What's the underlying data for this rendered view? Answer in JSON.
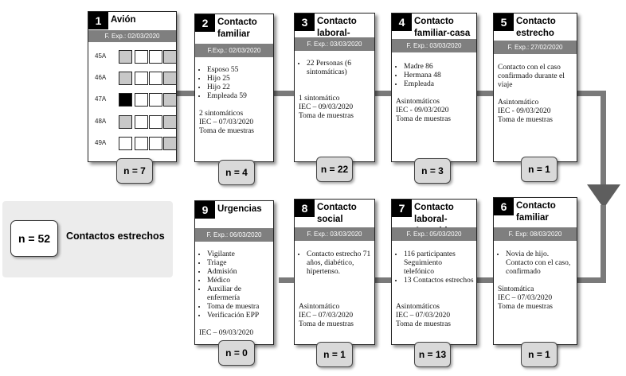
{
  "nodes": [
    {
      "id": "1",
      "number": "1",
      "title": "Avión",
      "date": "F. Exp.: 02/03/2020",
      "count": "n = 7"
    },
    {
      "id": "2",
      "number": "2",
      "title": "Contacto familiar",
      "date": "F.Exp.: 02/03/2020",
      "list": [
        "Esposo 55",
        "Hijo 25",
        "Hijo 22",
        "Empleada 59"
      ],
      "notes": [
        "2 sintomáticos",
        "IEC – 07/03/2020",
        "Toma de muestras"
      ],
      "count": "n = 4"
    },
    {
      "id": "3",
      "number": "3",
      "title": "Contacto laboral-empresa",
      "date": "F. Exp.: 03/03/2020",
      "list": [
        "22 Personas (6 sintomáticas)"
      ],
      "notes": [
        "1 sintomático",
        "IEC – 09/03/2020",
        "Toma de muestras"
      ],
      "count": "n = 22"
    },
    {
      "id": "4",
      "number": "4",
      "title": "Contacto familiar-casa materna",
      "date": "F. Exp.: 03/03/2020",
      "list": [
        "Madre 86",
        "Hermana 48",
        "Empleada"
      ],
      "notes": [
        "Asintomáticos",
        "IEC - 09/03/2020",
        "Toma de muestras"
      ],
      "count": "n = 3"
    },
    {
      "id": "5",
      "number": "5",
      "title": "Contacto estrecho viaje",
      "date": "F. Exp.: 27/02/2020",
      "text": "Contacto con el caso confirmado durante el viaje",
      "notes": [
        "Asintomático",
        "IEC - 09/03/2020",
        "Toma de muestras"
      ],
      "count": "n = 1"
    },
    {
      "id": "6",
      "number": "6",
      "title": "Contacto familiar",
      "date": "F. Exp: 08/03/2020",
      "list": [
        "Novia de hijo. Contacto con el caso, confirmado"
      ],
      "notes": [
        "Sintomática",
        "IEC – 07/03/2020",
        "Toma de muestras"
      ],
      "count": "n = 1"
    },
    {
      "id": "7",
      "number": "7",
      "title": "Contacto laboral-Asamblea",
      "date": "F. Exp.: 05/03/2020",
      "list": [
        "116 participantes Seguimiento telefónico",
        "13 Contactos estrechos"
      ],
      "notes": [
        "Asintomáticos",
        "IEC – 07/03/2020",
        "Toma de muestras"
      ],
      "count": "n = 13"
    },
    {
      "id": "8",
      "number": "8",
      "title": "Contacto social",
      "date": "F. Exp.: 03/03/2020",
      "list": [
        "Contacto estrecho 71 años, diabético, hipertenso."
      ],
      "notes": [
        "Asintomático",
        "IEC – 07/03/2020",
        "Toma de muestras"
      ],
      "count": "n = 1"
    },
    {
      "id": "9",
      "number": "9",
      "title": "Urgencias",
      "date": "F. Exp.: 06/03/2020",
      "list": [
        "Vigilante",
        "Triage",
        "Admisión",
        "Médico",
        "Auxiliar de enfermería",
        "Toma de muestra",
        "Verificación EPP"
      ],
      "notes": [
        "IEC – 09/03/2020"
      ],
      "count": "n = 0"
    }
  ],
  "seats": [
    {
      "label": "45A",
      "states": [
        "grey",
        "white",
        "white",
        "grey"
      ]
    },
    {
      "label": "46A",
      "states": [
        "grey",
        "white",
        "white",
        "grey"
      ]
    },
    {
      "label": "47A",
      "states": [
        "black",
        "white",
        "white",
        "grey"
      ]
    },
    {
      "label": "48A",
      "states": [
        "grey",
        "white",
        "white",
        "grey"
      ]
    },
    {
      "label": "49A",
      "states": [
        "white",
        "white",
        "white",
        "grey"
      ]
    }
  ],
  "total": {
    "count": "n = 52",
    "label": "Contactos estrechos"
  },
  "colors": {
    "header_bar": "#7f7f7f",
    "pill": "#d9d9d9",
    "connector": "#7a7a7a",
    "total_panel": "#ececec"
  }
}
